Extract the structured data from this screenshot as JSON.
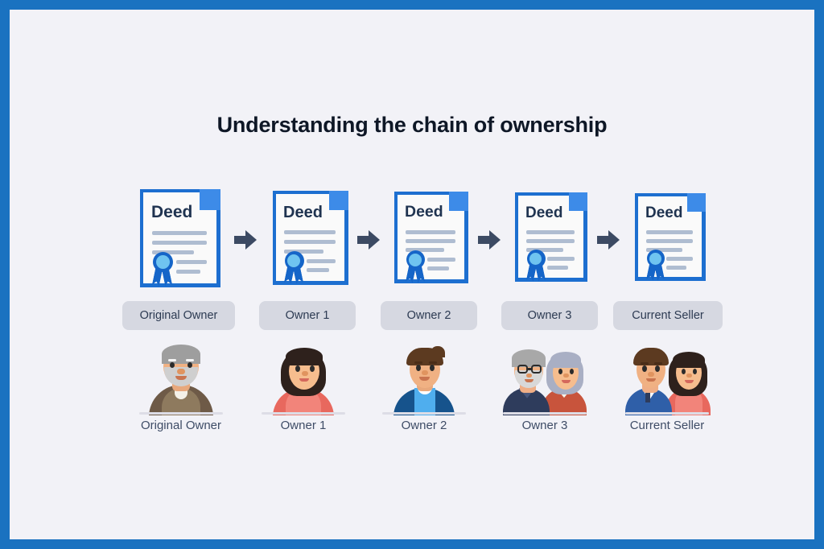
{
  "page": {
    "title": "Understanding the chain of ownership",
    "border_color": "#1A72C0",
    "background_color": "#F2F2F7"
  },
  "colors": {
    "deed_border": "#1D6FD0",
    "deed_fold": "#3D8BE8",
    "deed_paper": "#FAFAFA",
    "deed_text": "#1F3350",
    "deed_line": "#AFBDD1",
    "seal_outer": "#1565C8",
    "seal_inner": "#6FC4F0",
    "arrow": "#3C4A63",
    "badge_bg": "#D6D8E1",
    "badge_text": "#2C3A52",
    "caption_text": "#3E4C66"
  },
  "chain": {
    "deed_label": "Deed",
    "arrow_icon": "arrow-right-icon",
    "steps": [
      {
        "badge": "Original Owner",
        "caption": "Original Owner",
        "avatar": "elderly-man-avatar"
      },
      {
        "badge": "Owner 1",
        "caption": "Owner 1",
        "avatar": "woman-avatar"
      },
      {
        "badge": "Owner 2",
        "caption": "Owner 2",
        "avatar": "young-man-avatar"
      },
      {
        "badge": "Owner 3",
        "caption": "Owner 3",
        "avatar": "elderly-couple-avatar"
      },
      {
        "badge": "Current Seller",
        "caption": "Current Seller",
        "avatar": "young-couple-avatar"
      }
    ]
  }
}
